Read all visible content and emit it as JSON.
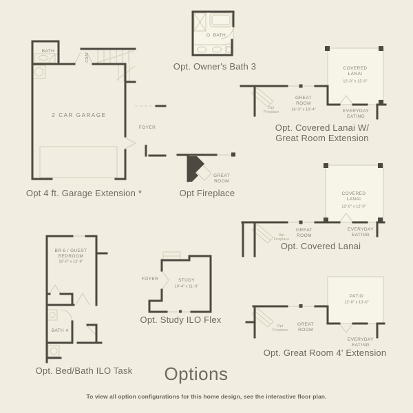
{
  "title": "Options",
  "footer_note": "To view all option configurations for this home design, see the interactive floor plan.",
  "colors": {
    "background": "#f1eee1",
    "wall": "#4d4840",
    "thin_line": "#d2ccb8",
    "room_label": "#8a8477",
    "ghost_label": "#a59f90",
    "caption": "#6f6a5e",
    "footer": "#6b665c"
  },
  "plans": {
    "garage_extension": {
      "caption": "Opt 4 ft. Garage Extension *",
      "labels": {
        "bath": "BATH",
        "coat": "COAT",
        "garage": "2 CAR GARAGE",
        "foyer": "FOYER"
      }
    },
    "owners_bath": {
      "caption": "Opt. Owner's Bath 3",
      "labels": {
        "bath": "O. BATH"
      }
    },
    "covered_lanai_great_room": {
      "caption_line1": "Opt. Covered Lanai W/",
      "caption_line2": "Great Room Extension",
      "labels": {
        "lanai": "COVERED LANAI",
        "lanai_dims": "12'-0\" x 12'-0\"",
        "great_room": "GREAT ROOM",
        "great_room_dims": "16'-3\" x 19'-4\"",
        "opt_fireplace": "Opt Fireplace",
        "eating": "EVERYDAY EATING"
      }
    },
    "fireplace": {
      "caption": "Opt Fireplace",
      "labels": {
        "great_room": "GREAT ROOM"
      }
    },
    "covered_lanai": {
      "caption": "Opt. Covered Lanai",
      "labels": {
        "lanai": "COVERED LANAI",
        "lanai_dims": "12'-0\" x 12'-0\"",
        "great_room": "GREAT ROOM",
        "opt_fireplace": "Opt Fireplace",
        "eating": "EVERYDAY EATING"
      }
    },
    "bed_bath": {
      "caption": "Opt. Bed/Bath ILO Task",
      "labels": {
        "bedroom": "BR 6 / GUEST BEDROOM",
        "bedroom_dims": "10'-0\" x 12'-8\"",
        "bath": "BATH 4"
      }
    },
    "study": {
      "caption": "Opt. Study ILO Flex",
      "labels": {
        "foyer": "FOYER",
        "study": "STUDY",
        "study_dims": "10'-4\" x 11'-0\""
      }
    },
    "great_room_extension": {
      "caption": "Opt. Great Room 4' Extension",
      "labels": {
        "patio": "PATIO",
        "patio_dims": "12'-0\" x 10'-0\"",
        "great_room": "GREAT ROOM",
        "opt_fireplace": "Opt Fireplace",
        "eating": "EVERYDAY EATING"
      }
    }
  }
}
